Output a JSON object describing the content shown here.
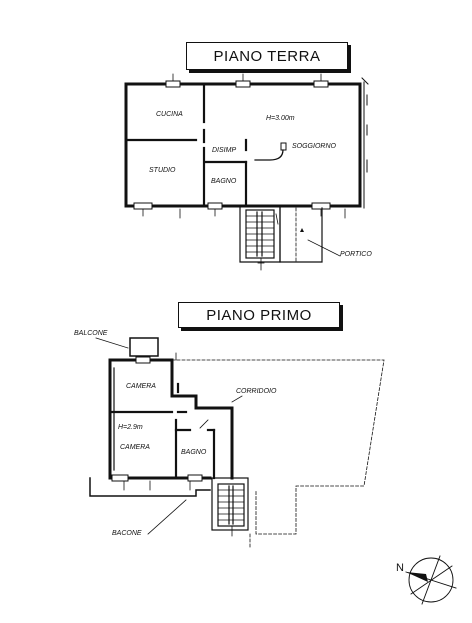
{
  "ground_floor": {
    "title": "PIANO TERRA",
    "rooms": {
      "kitchen": "CUCINA",
      "height": "H=3.00m",
      "living": "SOGGIORNO",
      "hall": "DISIMP",
      "study": "STUDIO",
      "bath": "BAGNO",
      "porch": "PORTICO"
    }
  },
  "first_floor": {
    "title": "PIANO PRIMO",
    "rooms": {
      "balcony_top": "BALCONE",
      "bedroom_1": "CAMERA",
      "corridor": "CORRIDOIO",
      "height": "H=2.9m",
      "bedroom_2": "CAMERA",
      "bath": "BAGNO",
      "balcony_bottom": "BACONE"
    }
  },
  "compass": {
    "label": "N"
  }
}
